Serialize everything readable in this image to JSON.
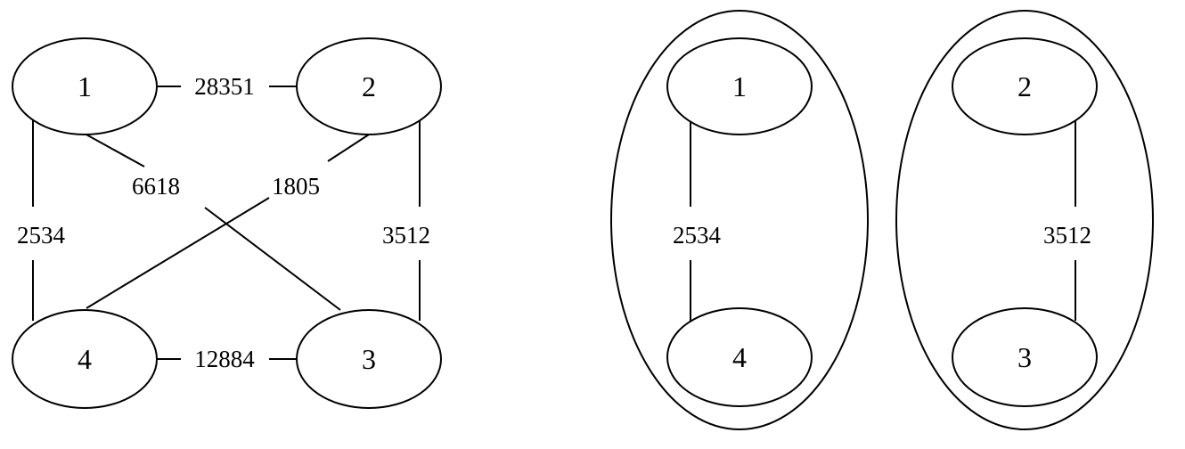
{
  "left_graph": {
    "nodes": {
      "n1": "1",
      "n2": "2",
      "n3": "3",
      "n4": "4"
    },
    "edges": {
      "e12": "28351",
      "e13": "6618",
      "e24": "1805",
      "e14": "2534",
      "e23": "3512",
      "e43": "12884"
    }
  },
  "right_graph": {
    "clusters": [
      {
        "nodes": {
          "top": "1",
          "bottom": "4"
        },
        "edge": "2534"
      },
      {
        "nodes": {
          "top": "2",
          "bottom": "3"
        },
        "edge": "3512"
      }
    ]
  },
  "colors": {
    "stroke": "#000000",
    "background": "#ffffff"
  }
}
